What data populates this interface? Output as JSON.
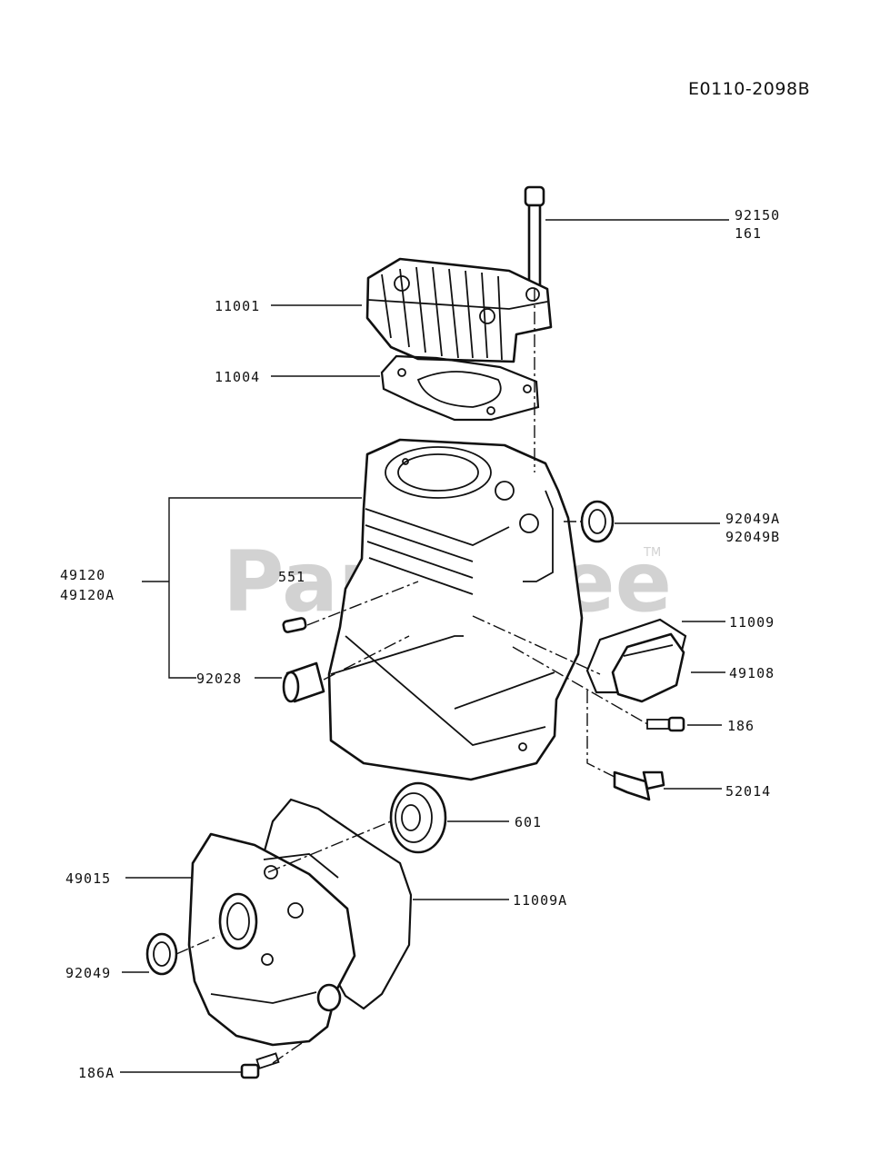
{
  "diagram_code": "E0110-2098B",
  "watermark": {
    "text": "PartsTree",
    "trademark": "TM"
  },
  "callouts": {
    "p92150": "92150",
    "p161": "161",
    "p11001": "11001",
    "p11004": "11004",
    "p92049A": "92049A",
    "p92049B": "92049B",
    "p49120": "49120",
    "p49120A": "49120A",
    "p551": "551",
    "p11009": "11009",
    "p49108": "49108",
    "p92028": "92028",
    "p186": "186",
    "p52014": "52014",
    "p601": "601",
    "p49015": "49015",
    "p11009A": "11009A",
    "p92049": "92049",
    "p186A": "186A"
  }
}
